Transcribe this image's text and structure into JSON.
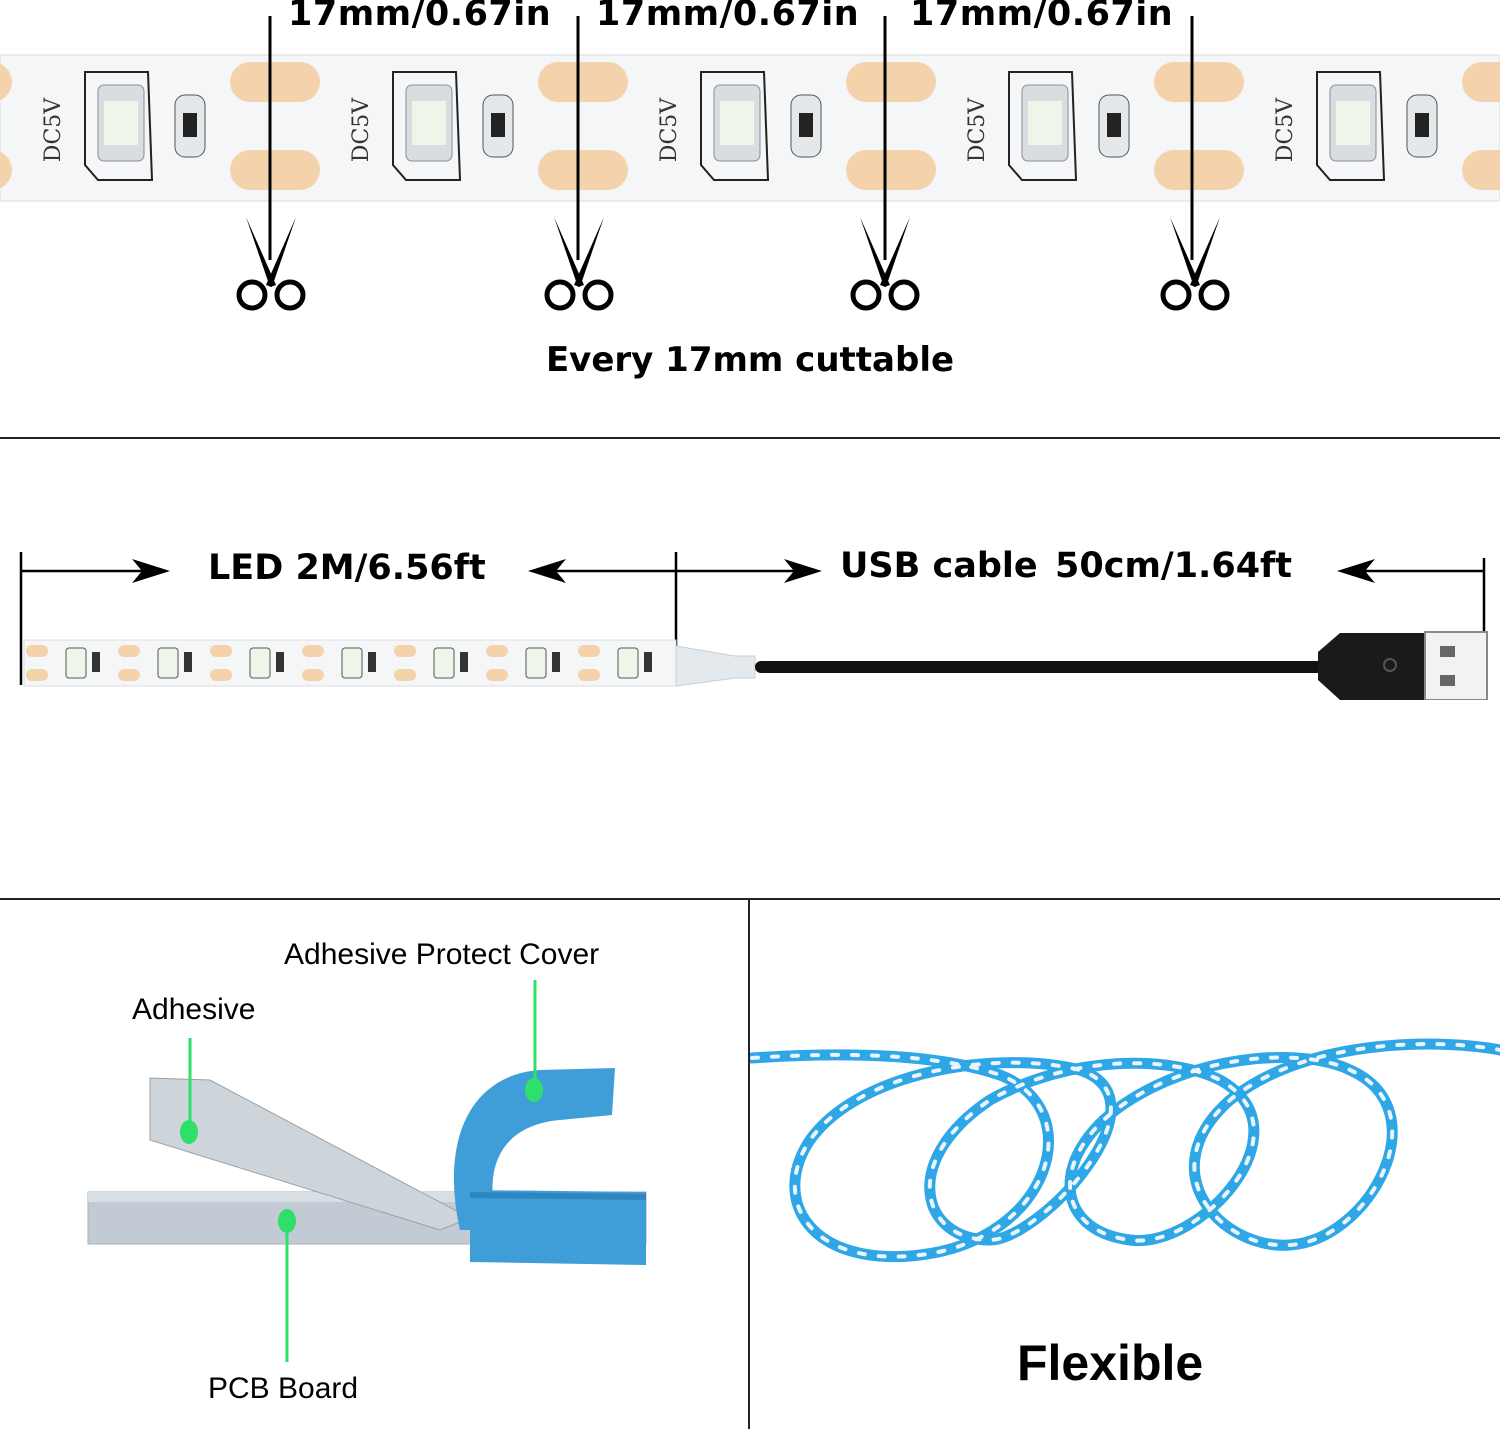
{
  "segments": [
    {
      "label": "17mm/0.67in"
    },
    {
      "label": "17mm/0.67in"
    },
    {
      "label": "17mm/0.67in"
    }
  ],
  "strip_marking": "DC5V",
  "cut_caption": "Every 17mm cuttable",
  "dimensions": {
    "led_length": "LED 2M/6.56ft",
    "usb_cable": "USB cable",
    "usb_length": "50cm/1.64ft"
  },
  "structure": {
    "adhesive_protect_cover": "Adhesive Protect Cover",
    "adhesive": "Adhesive",
    "pcb_board": "PCB Board"
  },
  "flexible_title": "Flexible",
  "colors": {
    "copper_pad": "#f4d3ac",
    "strip": "#f4f6f8",
    "led": "#eef6ea",
    "cover_blue": "#3f9ed8",
    "callout_green": "#2ee06a",
    "divider": "#222222"
  },
  "icons": [
    "scissors-icon",
    "usb-plug-icon",
    "arrow-icon"
  ]
}
